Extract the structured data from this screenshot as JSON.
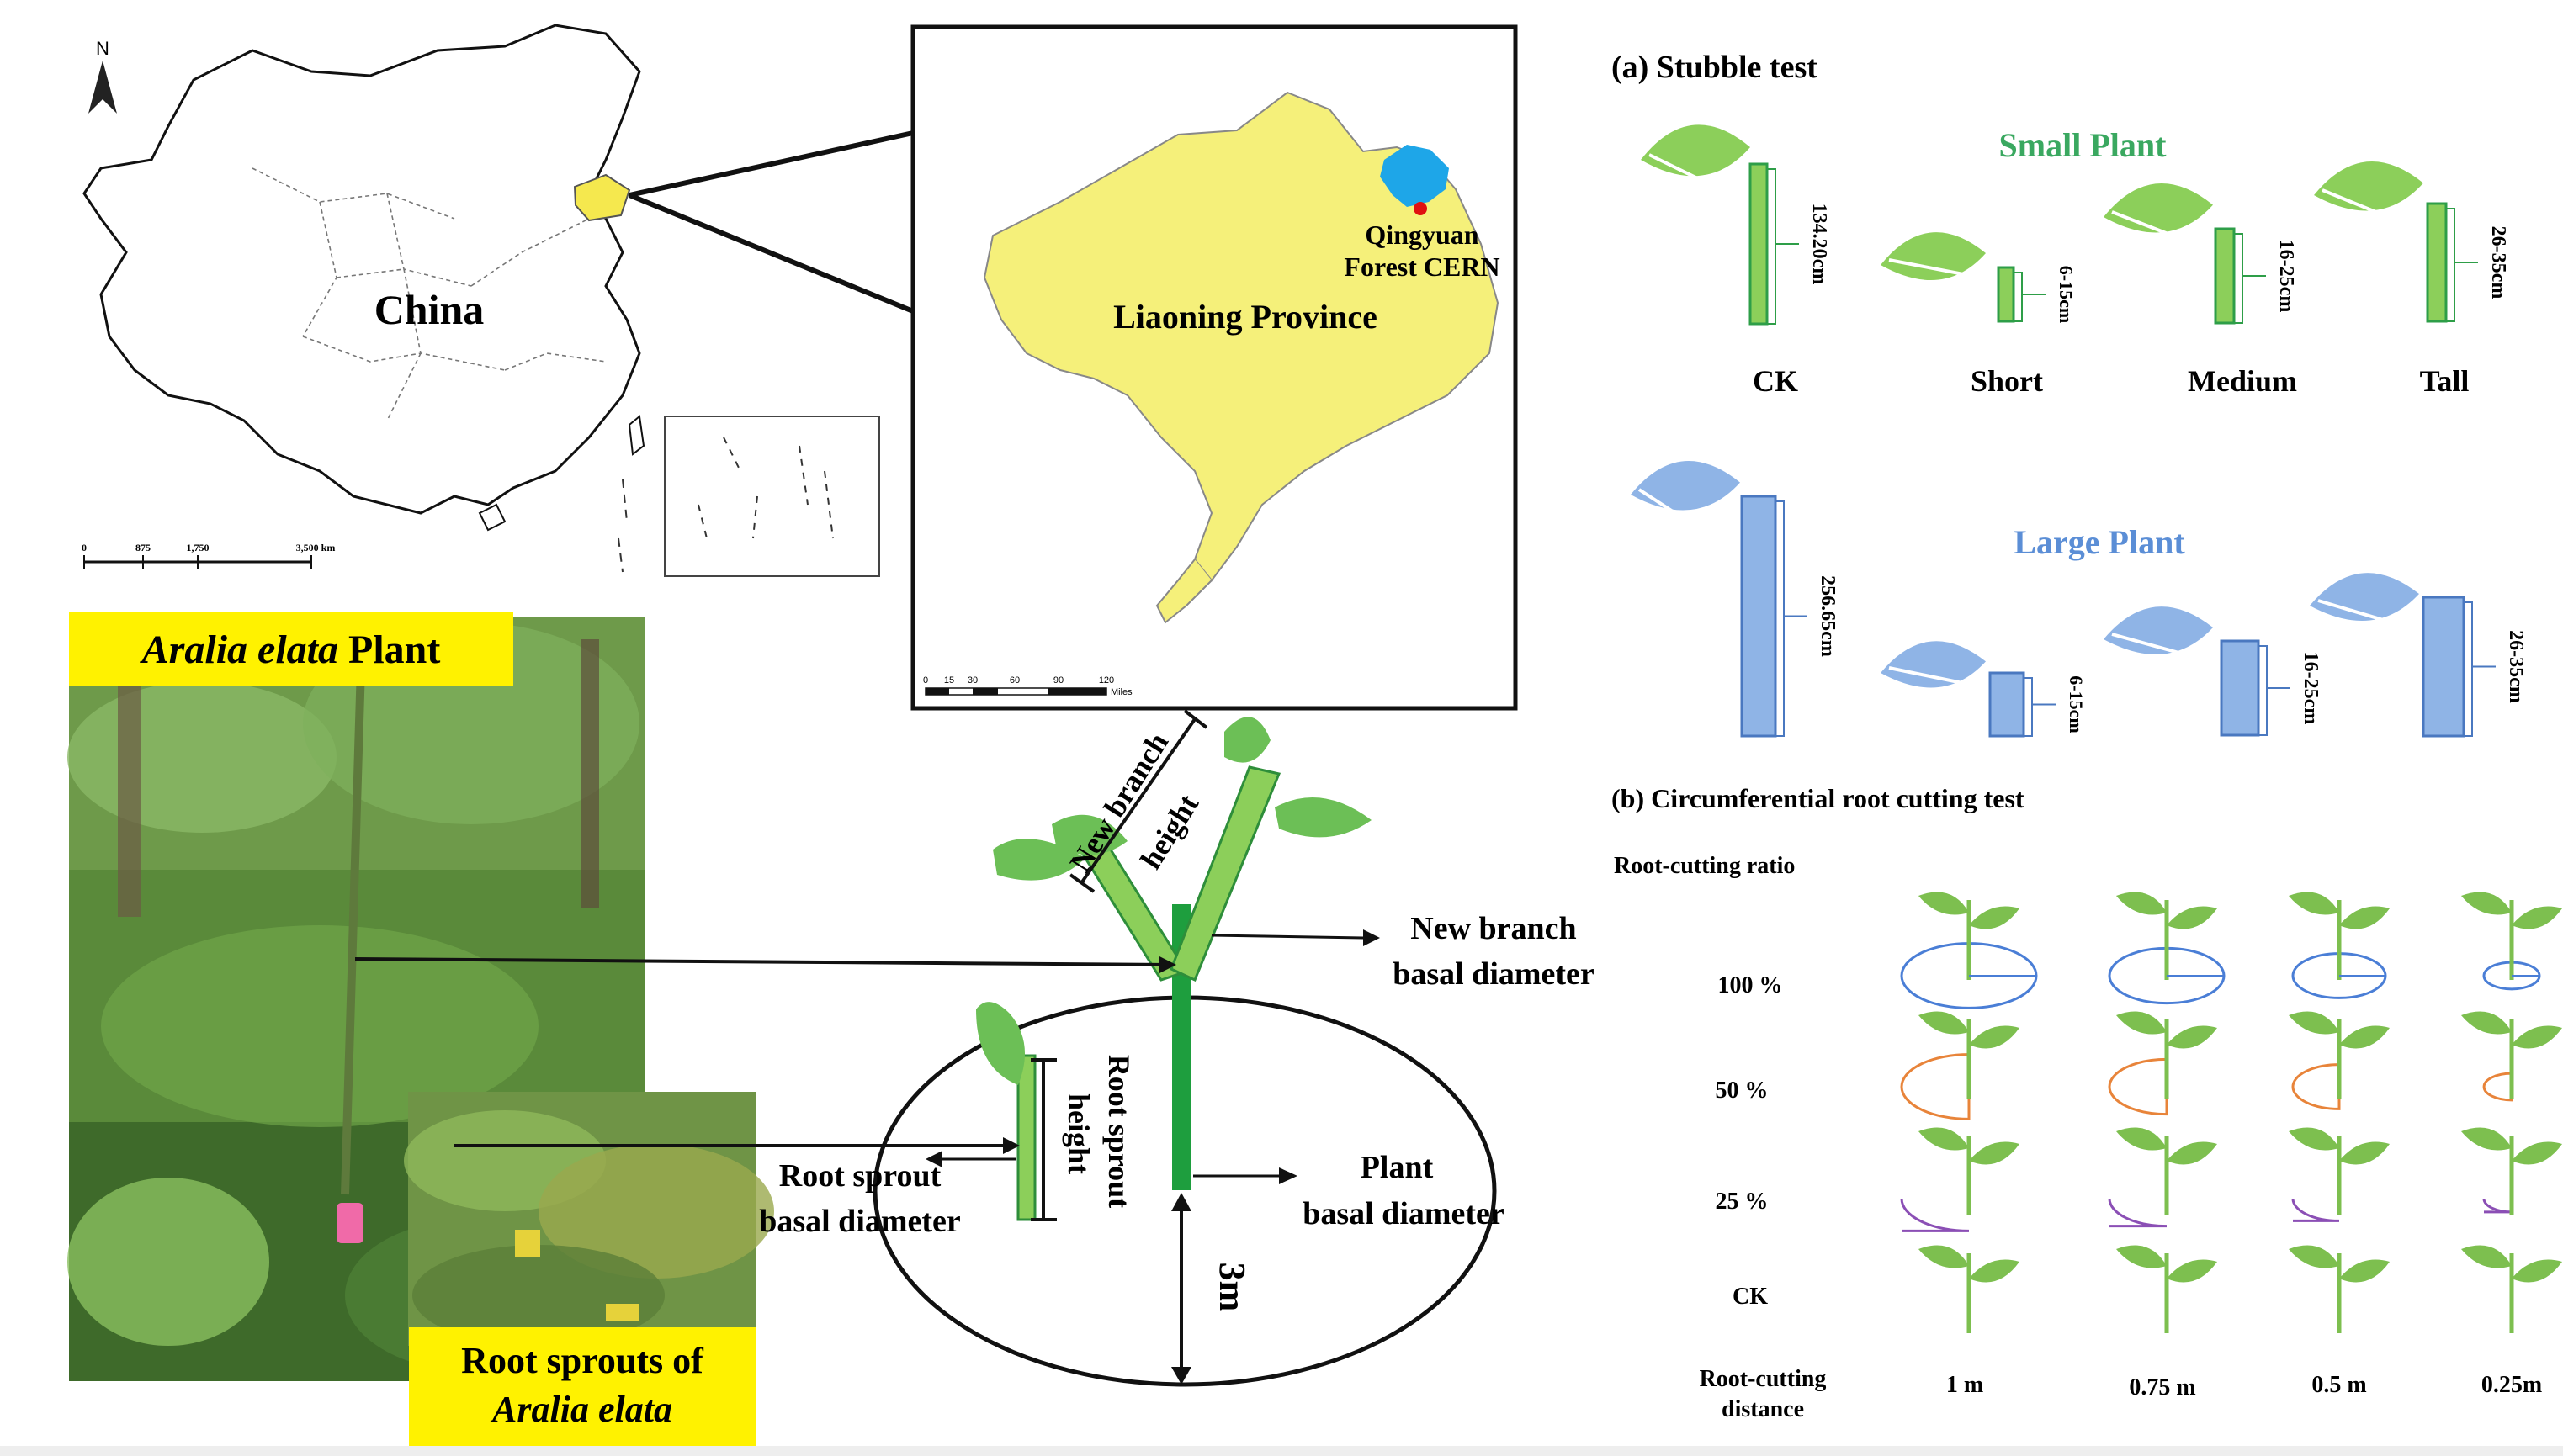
{
  "map": {
    "north_label": "N",
    "country_label": "China",
    "scale_labels": [
      "0",
      "875",
      "1,750",
      "3,500 km"
    ],
    "province_label": "Liaoning Province",
    "site_label_1": "Qingyuan",
    "site_label_2": "Forest CERN",
    "inset_scale_labels": [
      "0",
      "15",
      "30",
      "60",
      "90",
      "120"
    ],
    "inset_scale_unit": "Miles"
  },
  "photos": {
    "main_caption_italic": "Aralia elata",
    "main_caption_rest": " Plant",
    "sprout_caption_line1": "Root sprouts of",
    "sprout_caption_line2": "Aralia elata"
  },
  "schematic": {
    "new_branch_height_1": "New branch",
    "new_branch_height_2": "height",
    "new_branch_basal_1": "New branch",
    "new_branch_basal_2": "basal diameter",
    "root_sprout_height_1": "Root sprout",
    "root_sprout_height_2": "height",
    "root_sprout_basal_1": "Root sprout",
    "root_sprout_basal_2": "basal diameter",
    "plant_basal_1": "Plant",
    "plant_basal_2": "basal diameter",
    "radius_label": "3m"
  },
  "stubble": {
    "title": "(a)   Stubble test",
    "small_title": "Small Plant",
    "large_title": "Large Plant",
    "small_heights": [
      "134.20cm",
      "6-15cm",
      "16-25cm",
      "26-35cm"
    ],
    "large_heights": [
      "256.65cm",
      "6-15cm",
      "16-25cm",
      "26-35cm"
    ],
    "columns": [
      "CK",
      "Short",
      "Medium",
      "Tall"
    ],
    "colors": {
      "small": "#2e9e48",
      "small_title": "#3aa860",
      "large": "#5b8ed6",
      "large_title": "#5b8ed6"
    }
  },
  "root_cutting": {
    "title": "(b)   Circumferential root cutting test",
    "ratio_label": "Root-cutting ratio",
    "rows": [
      "100 %",
      "50 %",
      "25 %",
      "CK"
    ],
    "distance_label_1": "Root-cutting",
    "distance_label_2": "distance",
    "distances": [
      "1 m",
      "0.75 m",
      "0.5 m",
      "0.25m"
    ],
    "colors": {
      "r100": "#4a7ed6",
      "r50": "#e8843a",
      "r25": "#8b4fb5",
      "plant": "#7dbf4f"
    }
  }
}
